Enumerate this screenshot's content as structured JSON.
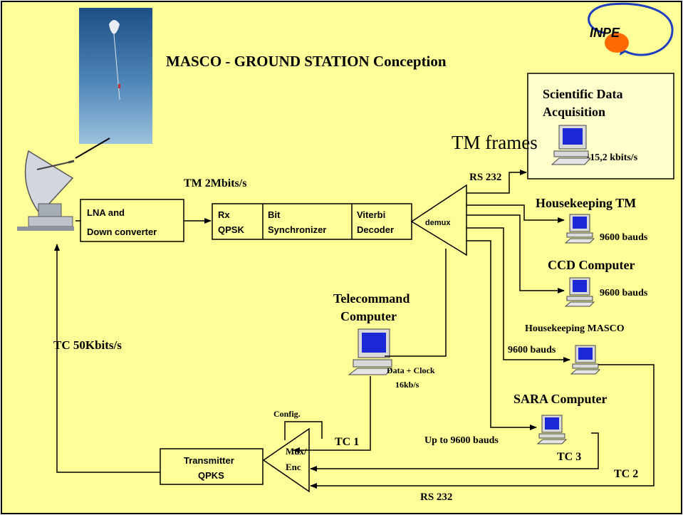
{
  "title": "MASCO - GROUND STATION Conception",
  "logo_text": "INPE",
  "colors": {
    "background": "#ffff99",
    "frame": "#000000",
    "callout_fill": "#ffffcc",
    "logo_blue": "#1f3fbf",
    "logo_orange": "#ff6a00"
  },
  "downlink": {
    "label": "TM 2Mbits/s",
    "lna_line1": "LNA and",
    "lna_line2": "Down converter",
    "rx_line1": "Rx",
    "rx_line2": "QPSK",
    "bit_line1": "Bit",
    "bit_line2": "Synchronizer",
    "viterbi_line1": "Viterbi",
    "viterbi_line2": "Decoder",
    "demux": "demux"
  },
  "uplink": {
    "label": "TC 50Kbits/s",
    "transmitter_line1": "Transmitter",
    "transmitter_line2": "QPKS",
    "mux_line1": "Mux/",
    "mux_line2": "Enc",
    "config": "Config.",
    "tc1": "TC 1",
    "tc2": "TC 2",
    "tc3": "TC 3",
    "rs232_bottom": "RS 232"
  },
  "scientific": {
    "title_line1": "Scientific Data",
    "title_line2": "Acquisition",
    "tm_frames": "TM frames",
    "rate": "115,2 kbits/s",
    "rs232": "RS 232"
  },
  "housekeeping_tm": {
    "title": "Housekeeping TM",
    "rate": "9600 bauds"
  },
  "ccd": {
    "title": "CCD Computer",
    "rate": "9600 bauds"
  },
  "housekeeping_masco": {
    "title": "Housekeeping MASCO",
    "rate": "9600 bauds"
  },
  "sara": {
    "title": "SARA Computer",
    "rate": "Up to 9600 bauds"
  },
  "telecommand": {
    "title_line1": "Telecommand",
    "title_line2": "Computer",
    "data_line1": "Data + Clock",
    "data_line2": "16kb/s"
  }
}
